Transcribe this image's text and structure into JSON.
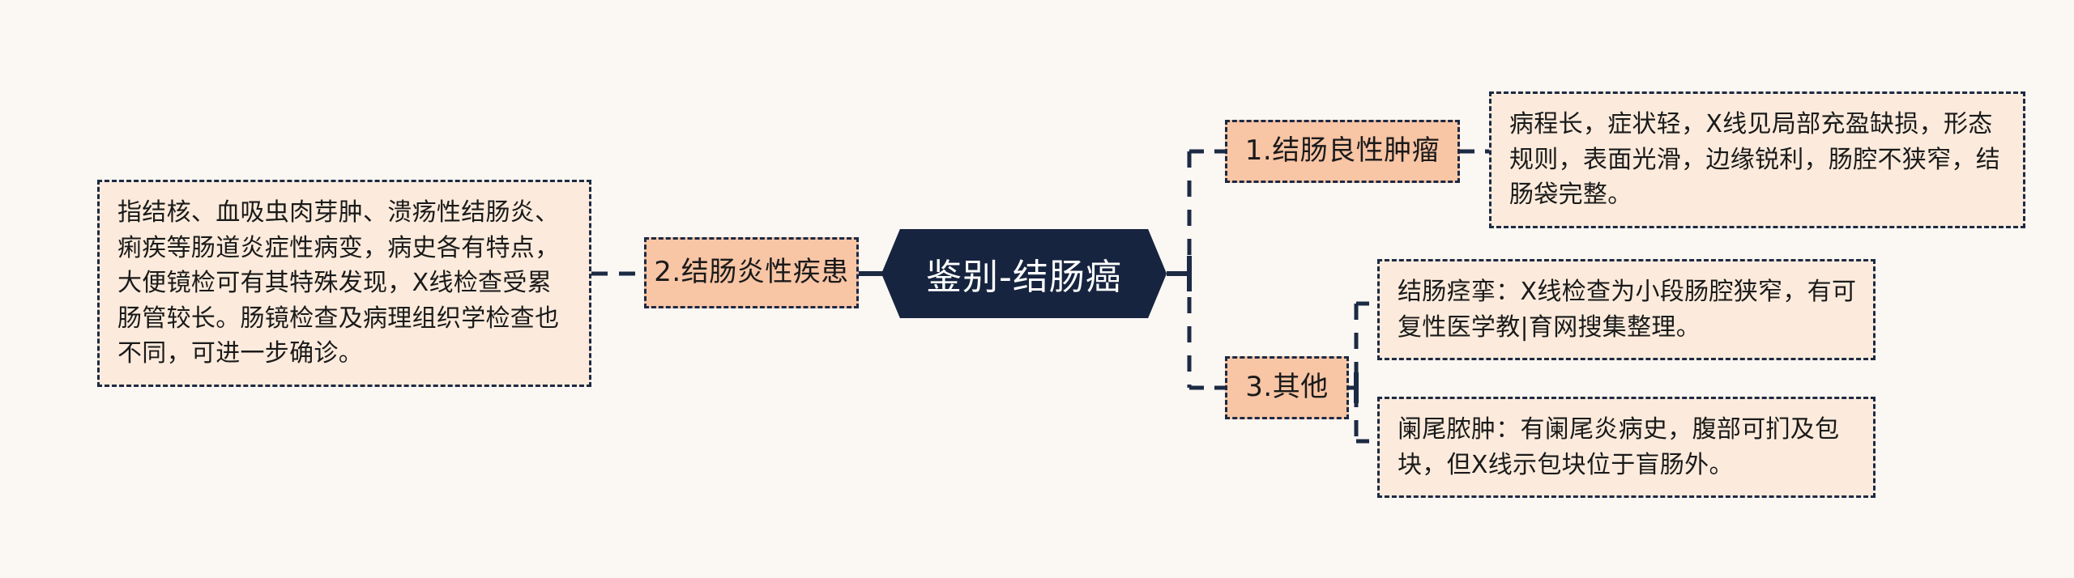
{
  "diagram": {
    "type": "mindmap",
    "background_color": "#FBF7F3",
    "accent_color": "#F8C5A5",
    "detail_color": "#FCEBDC",
    "root_color": "#16243F",
    "line_color": "#1C2A44"
  },
  "center": {
    "title": "鉴别-结肠癌"
  },
  "left_branch": {
    "node": {
      "label": "2.结肠炎性疾患"
    },
    "detail": {
      "text": "指结核、血吸虫肉芽肿、溃疡性结肠炎、痢疾等肠道炎症性病变，病史各有特点，大便镜检可有其特殊发现，X线检查受累肠管较长。肠镜检查及病理组织学检查也不同，可进一步确诊。"
    }
  },
  "right_branch": {
    "items": [
      {
        "label": "1.结肠良性肿瘤",
        "details": [
          {
            "text": "病程长，症状轻，X线见局部充盈缺损，形态规则，表面光滑，边缘锐利，肠腔不狭窄，结肠袋完整。"
          }
        ]
      },
      {
        "label": "3.其他",
        "details": [
          {
            "text": "结肠痉挛：X线检查为小段肠腔狭窄，有可复性医学教|育网搜集整理。"
          },
          {
            "text": "阑尾脓肿：有阑尾炎病史，腹部可扪及包块，但X线示包块位于盲肠外。"
          }
        ]
      }
    ]
  }
}
